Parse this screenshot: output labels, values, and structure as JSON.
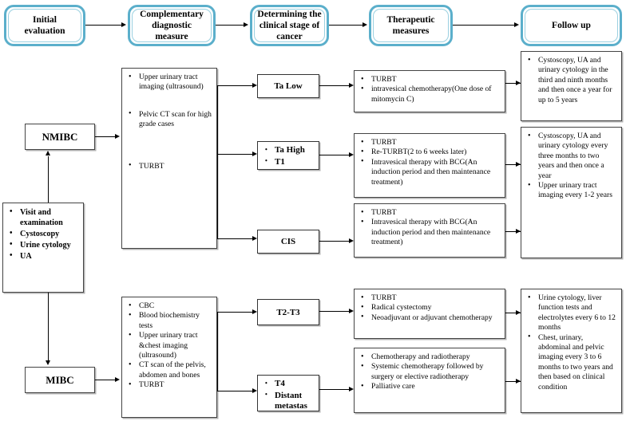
{
  "title": "Bladder cancer diagnosis and management flowchart",
  "header": {
    "steps": [
      {
        "label": "Initial evaluation"
      },
      {
        "label": "Complementary diagnostic measure"
      },
      {
        "label": "Determining the clinical stage of cancer"
      },
      {
        "label": "Therapeutic measures"
      },
      {
        "label": "Follow up"
      }
    ]
  },
  "initial_evaluation": {
    "items": [
      "Visit and examination",
      "Cystoscopy",
      "Urine cytology",
      "UA"
    ]
  },
  "branches": {
    "nmibc": {
      "label": "NMIBC"
    },
    "mibc": {
      "label": "MIBC"
    }
  },
  "diagnostics": {
    "nmibc": {
      "items": [
        "Upper urinary tract imaging (ultrasound)",
        "Pelvic CT scan for high grade cases",
        "TURBT"
      ]
    },
    "mibc": {
      "items": [
        "CBC",
        "Blood biochemistry tests",
        "Upper urinary tract &chest imaging (ultrasound)",
        "CT scan of the pelvis, abdomen and bones",
        "TURBT"
      ]
    }
  },
  "stages": {
    "ta_low": {
      "label": "Ta Low",
      "bulleted": false
    },
    "ta_high_t1": {
      "items": [
        "Ta High",
        "T1"
      ],
      "bulleted": true
    },
    "cis": {
      "label": "CIS",
      "bulleted": false
    },
    "t2_t3": {
      "label": "T2-T3",
      "bulleted": false
    },
    "t4_distant": {
      "items": [
        "T4",
        "Distant metastas"
      ],
      "bulleted": true
    }
  },
  "therapies": {
    "ta_low": {
      "items": [
        "TURBT",
        "intravesical chemotherapy(One dose of mitomycin C)"
      ]
    },
    "ta_high_t1": {
      "items": [
        "TURBT",
        "Re-TURBT(2 to 6 weeks later)",
        "Intravesical therapy with BCG(An induction period and then maintenance treatment)"
      ]
    },
    "cis": {
      "items": [
        "TURBT",
        "Intravesical therapy with BCG(An induction period and then maintenance treatment)"
      ]
    },
    "t2_t3": {
      "items": [
        "TURBT",
        "Radical cystectomy",
        "Neoadjuvant or adjuvant chemotherapy"
      ]
    },
    "t4_distant": {
      "items": [
        "Chemotherapy and radiotherapy",
        "Systemic chemotherapy followed by surgery or elective radiotherapy",
        "Palliative care"
      ]
    }
  },
  "followups": {
    "ta_low": {
      "items": [
        "Cystoscopy, UA and urinary cytology in the third and ninth months and then once a year for up to 5 years"
      ]
    },
    "high_risk": {
      "items": [
        "Cystoscopy, UA and urinary cytology every three months to two years and then once a year",
        "Upper urinary tract imaging every 1-2 years"
      ]
    },
    "mibc": {
      "items": [
        "Urine cytology, liver function tests and electrolytes every 6 to 12 months",
        "Chest, urinary, abdominal and pelvic imaging every 3 to 6 months to two years and then based on clinical condition"
      ]
    }
  },
  "colors": {
    "header_border": "#5BAFCB",
    "header_inner_border": "#9BD0E0",
    "box_border": "#444444",
    "shadow": "#b3b3b3",
    "background": "#ffffff",
    "text": "#000000"
  }
}
